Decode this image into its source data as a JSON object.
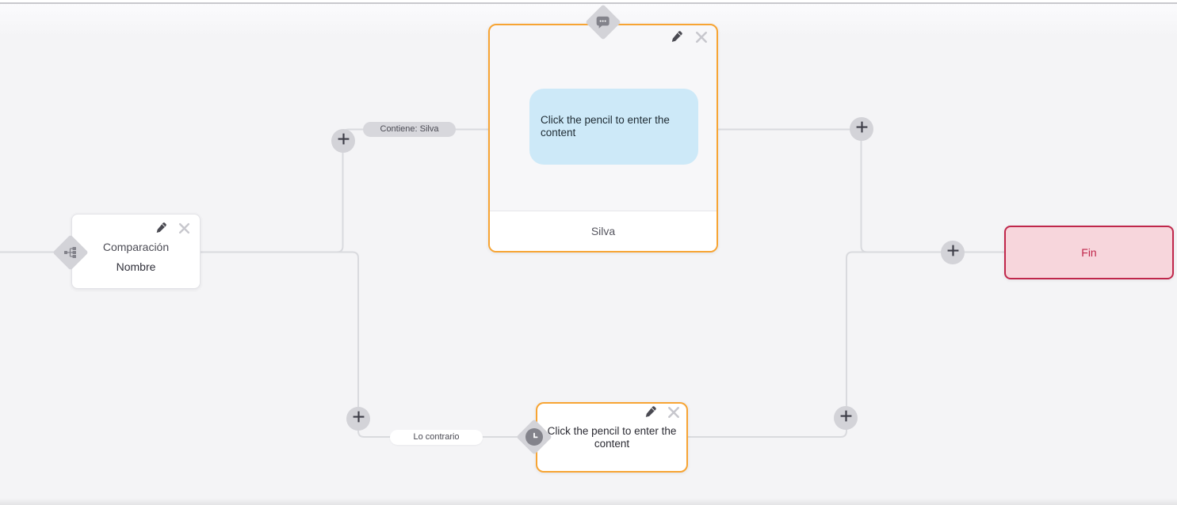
{
  "nodes": {
    "condition": {
      "line1": "Comparación",
      "line2": "Nombre",
      "type_icon": "branch-icon"
    },
    "message": {
      "bubble_text": "Click the pencil to enter the content",
      "footer": "Silva",
      "type_icon": "message-bubble-icon"
    },
    "delay": {
      "text": "Click the pencil to enter the content",
      "type_icon": "clock-icon"
    },
    "end": {
      "label": "Fin"
    }
  },
  "edge_labels": {
    "match": "Contiene: Silva",
    "else": "Lo contrario"
  },
  "buttons": {
    "edit_tooltip": "",
    "plus_count": "5"
  },
  "colors": {
    "accent_orange": "#F7A433",
    "end_border": "#C0274B",
    "end_bg": "#F7D6DC",
    "bubble_bg": "#CDE9F8",
    "connector_gray": "#D9DADE",
    "handle_gray": "#D3D3D8",
    "canvas_bg": "#F4F4F6"
  }
}
